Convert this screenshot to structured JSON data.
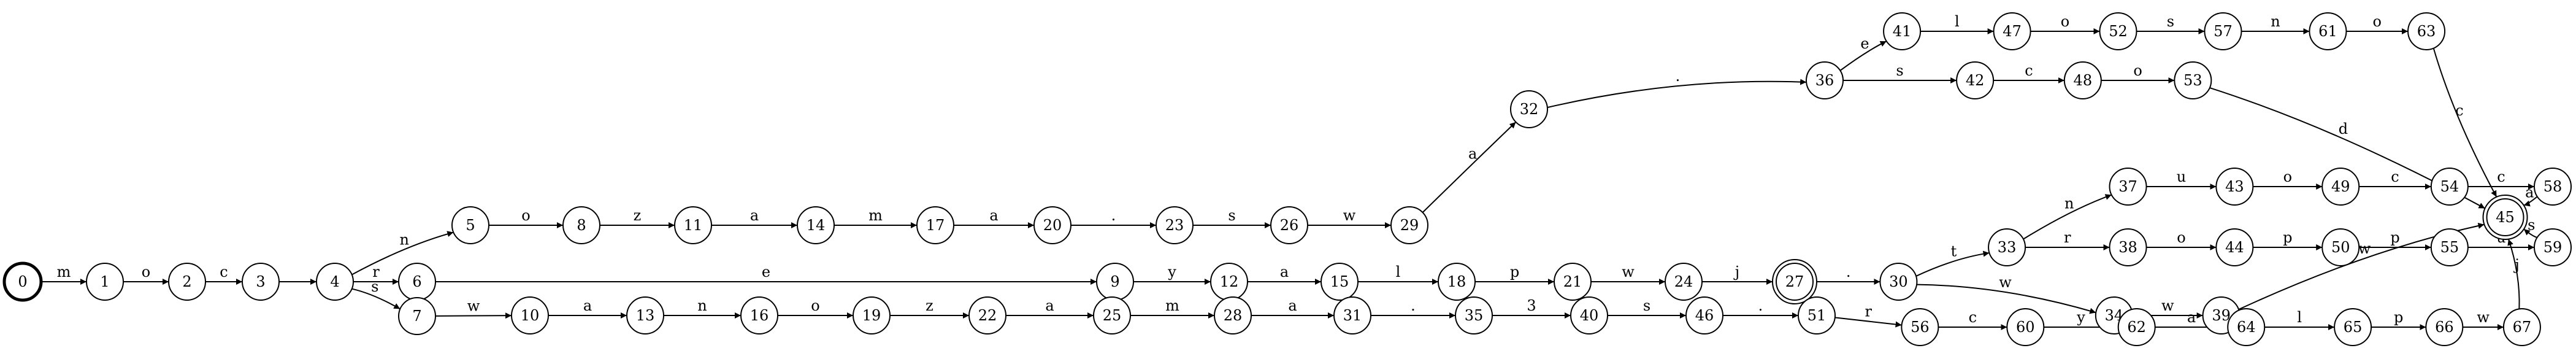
{
  "diagram": {
    "start_state": "0",
    "accept_states": [
      "27",
      "45"
    ],
    "states": [
      "0",
      "1",
      "2",
      "3",
      "4",
      "5",
      "6",
      "7",
      "8",
      "9",
      "10",
      "11",
      "12",
      "13",
      "14",
      "15",
      "16",
      "17",
      "18",
      "19",
      "20",
      "21",
      "22",
      "23",
      "24",
      "25",
      "26",
      "27",
      "28",
      "29",
      "30",
      "31",
      "32",
      "33",
      "34",
      "35",
      "36",
      "37",
      "38",
      "39",
      "40",
      "41",
      "42",
      "43",
      "44",
      "46",
      "47",
      "48",
      "49",
      "50",
      "51",
      "52",
      "53",
      "54",
      "55",
      "56",
      "57",
      "58",
      "59",
      "60",
      "61",
      "62",
      "63",
      "64",
      "65",
      "66",
      "67",
      "45"
    ],
    "transitions": [
      {
        "from": "0",
        "to": "1",
        "label": "m"
      },
      {
        "from": "1",
        "to": "2",
        "label": "o"
      },
      {
        "from": "2",
        "to": "3",
        "label": "c"
      },
      {
        "from": "3",
        "to": "4",
        "label": ""
      },
      {
        "from": "4",
        "to": "5",
        "label": "n"
      },
      {
        "from": "4",
        "to": "6",
        "label": "r"
      },
      {
        "from": "4",
        "to": "7",
        "label": "s"
      },
      {
        "from": "5",
        "to": "8",
        "label": "o"
      },
      {
        "from": "8",
        "to": "11",
        "label": "z"
      },
      {
        "from": "11",
        "to": "14",
        "label": "a"
      },
      {
        "from": "14",
        "to": "17",
        "label": "m"
      },
      {
        "from": "17",
        "to": "20",
        "label": "a"
      },
      {
        "from": "20",
        "to": "23",
        "label": "."
      },
      {
        "from": "23",
        "to": "26",
        "label": "s"
      },
      {
        "from": "26",
        "to": "29",
        "label": "w"
      },
      {
        "from": "29",
        "to": "32",
        "label": "a"
      },
      {
        "from": "32",
        "to": "36",
        "label": "."
      },
      {
        "from": "36",
        "to": "41",
        "label": "e"
      },
      {
        "from": "36",
        "to": "42",
        "label": "s"
      },
      {
        "from": "41",
        "to": "47",
        "label": "l"
      },
      {
        "from": "47",
        "to": "52",
        "label": "o"
      },
      {
        "from": "52",
        "to": "57",
        "label": "s"
      },
      {
        "from": "57",
        "to": "61",
        "label": "n"
      },
      {
        "from": "61",
        "to": "63",
        "label": "o"
      },
      {
        "from": "63",
        "to": "45",
        "label": "c"
      },
      {
        "from": "42",
        "to": "48",
        "label": "c"
      },
      {
        "from": "48",
        "to": "53",
        "label": "o"
      },
      {
        "from": "53",
        "to": "45",
        "label": "d"
      },
      {
        "from": "6",
        "to": "9",
        "label": "e"
      },
      {
        "from": "9",
        "to": "12",
        "label": "y"
      },
      {
        "from": "12",
        "to": "15",
        "label": "a"
      },
      {
        "from": "15",
        "to": "18",
        "label": "l"
      },
      {
        "from": "18",
        "to": "21",
        "label": "p"
      },
      {
        "from": "21",
        "to": "24",
        "label": "w"
      },
      {
        "from": "24",
        "to": "27",
        "label": "j"
      },
      {
        "from": "27",
        "to": "30",
        "label": "."
      },
      {
        "from": "30",
        "to": "33",
        "label": "t"
      },
      {
        "from": "30",
        "to": "34",
        "label": "w"
      },
      {
        "from": "33",
        "to": "37",
        "label": "n"
      },
      {
        "from": "33",
        "to": "38",
        "label": "r"
      },
      {
        "from": "37",
        "to": "43",
        "label": "u"
      },
      {
        "from": "43",
        "to": "49",
        "label": "o"
      },
      {
        "from": "49",
        "to": "54",
        "label": "c"
      },
      {
        "from": "54",
        "to": "58",
        "label": "c"
      },
      {
        "from": "58",
        "to": "45",
        "label": "a"
      },
      {
        "from": "38",
        "to": "44",
        "label": "o"
      },
      {
        "from": "44",
        "to": "50",
        "label": "p"
      },
      {
        "from": "50",
        "to": "55",
        "label": "p"
      },
      {
        "from": "55",
        "to": "59",
        "label": "u"
      },
      {
        "from": "59",
        "to": "45",
        "label": "s"
      },
      {
        "from": "34",
        "to": "39",
        "label": "w"
      },
      {
        "from": "39",
        "to": "45",
        "label": "w"
      },
      {
        "from": "7",
        "to": "10",
        "label": "w"
      },
      {
        "from": "10",
        "to": "13",
        "label": "a"
      },
      {
        "from": "13",
        "to": "16",
        "label": "n"
      },
      {
        "from": "16",
        "to": "19",
        "label": "o"
      },
      {
        "from": "19",
        "to": "22",
        "label": "z"
      },
      {
        "from": "22",
        "to": "25",
        "label": "a"
      },
      {
        "from": "25",
        "to": "28",
        "label": "m"
      },
      {
        "from": "28",
        "to": "31",
        "label": "a"
      },
      {
        "from": "31",
        "to": "35",
        "label": "."
      },
      {
        "from": "35",
        "to": "40",
        "label": "3"
      },
      {
        "from": "40",
        "to": "46",
        "label": "s"
      },
      {
        "from": "46",
        "to": "51",
        "label": "."
      },
      {
        "from": "51",
        "to": "56",
        "label": "r"
      },
      {
        "from": "56",
        "to": "60",
        "label": "c"
      },
      {
        "from": "60",
        "to": "62",
        "label": "y"
      },
      {
        "from": "62",
        "to": "64",
        "label": "a"
      },
      {
        "from": "64",
        "to": "65",
        "label": "l"
      },
      {
        "from": "65",
        "to": "66",
        "label": "p"
      },
      {
        "from": "66",
        "to": "67",
        "label": "w"
      },
      {
        "from": "67",
        "to": "45",
        "label": "j"
      }
    ]
  }
}
